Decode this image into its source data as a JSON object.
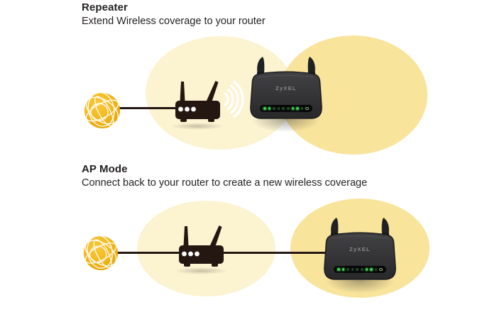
{
  "page": {
    "background": "#FFFFFF",
    "text_color": "#231F20"
  },
  "colors": {
    "coverage_zone_light": "#FCF3D0",
    "coverage_zone_deep": "#F9E49C",
    "globe_yellow": "#F3B71B",
    "globe_yellow_dark": "#DFA303",
    "router_silhouette": "#241712",
    "cable": "#241712",
    "signal_wave": "#FFFFFF",
    "device_body_top": "#424245",
    "device_body_bottom": "#28282A",
    "device_outline": "#1B1B1D",
    "led_on": "#3FD04E",
    "led_off": "#1F4B26",
    "logo_color": "#8A8A8E"
  },
  "sections": [
    {
      "title": "Repeater",
      "subtitle": "Extend Wireless coverage to your router"
    },
    {
      "title": "AP Mode",
      "subtitle": "Connect back to your router to create a new wireless coverage"
    }
  ],
  "devices": {
    "zyxel_logo": "ZyXEL",
    "led_states": [
      "on",
      "on",
      "off",
      "off",
      "off",
      "off",
      "on",
      "on",
      "off",
      "power"
    ],
    "icons": {
      "globe": "internet-globe-icon",
      "router": "wireless-router-icon",
      "waves": "wifi-signal-icon",
      "zyxel": "zyxel-access-point"
    }
  }
}
